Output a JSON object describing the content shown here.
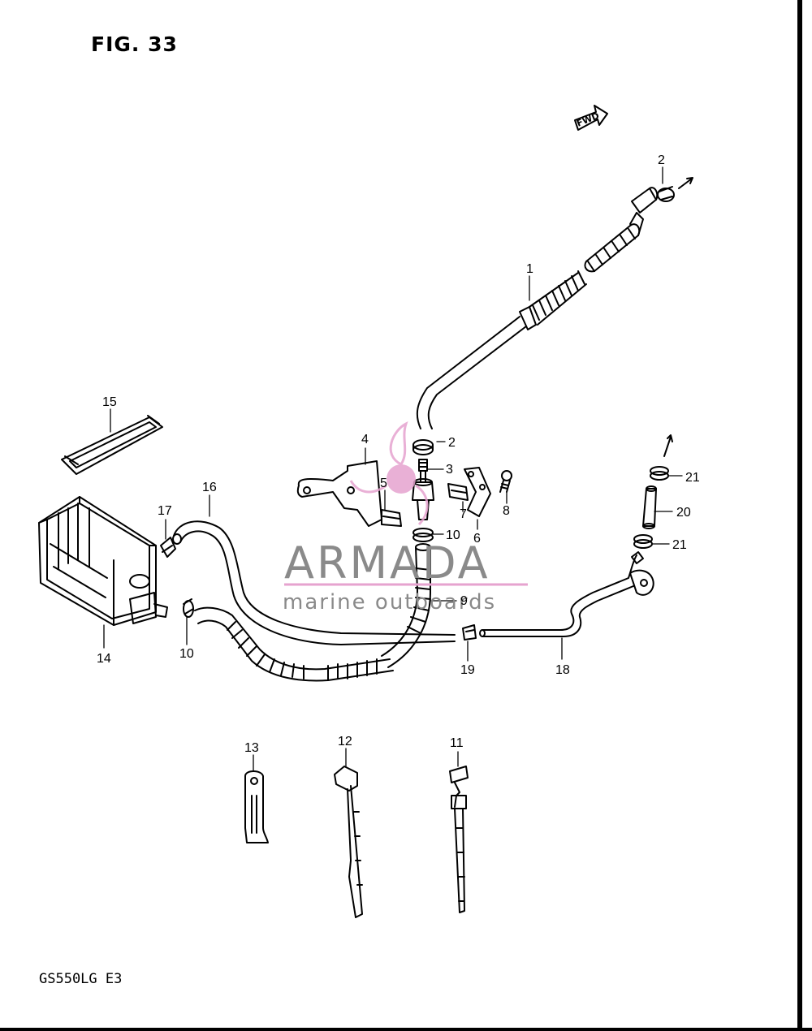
{
  "figure": {
    "title": "FIG. 33",
    "model_code": "GS550LG  E3",
    "direction_label": "FWD"
  },
  "callouts": [
    "1",
    "2",
    "2",
    "3",
    "4",
    "5",
    "6",
    "7",
    "8",
    "9",
    "10",
    "10",
    "11",
    "12",
    "13",
    "14",
    "15",
    "16",
    "17",
    "18",
    "19",
    "20",
    "21",
    "21"
  ],
  "watermark": {
    "brand": "ARMADA",
    "tagline": "marine outboards",
    "colors": {
      "logo": "#e6a3cf",
      "text": "#8a8a8a"
    }
  }
}
